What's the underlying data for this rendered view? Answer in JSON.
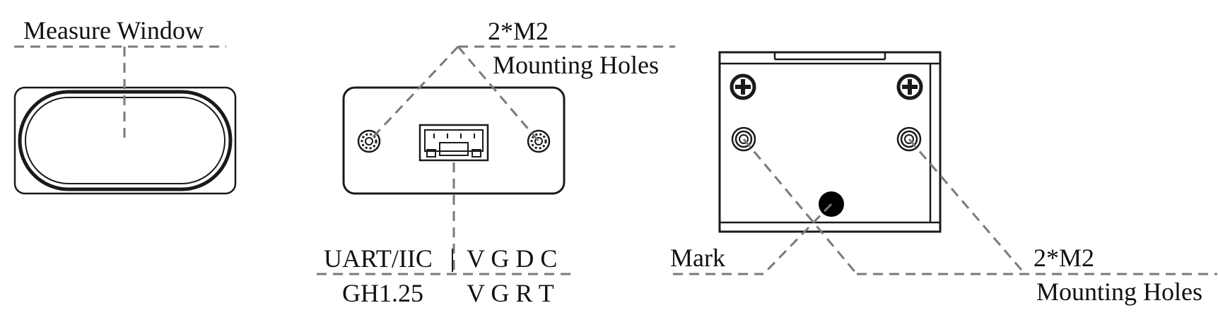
{
  "labels": {
    "measure_window": "Measure Window",
    "mounting_qty_top": "2*M2",
    "mounting_holes_top": "Mounting Holes",
    "connector_interface": "UART/IIC",
    "connector_type": "GH1.25",
    "pins_row1": "V G D C",
    "pins_row2": "V G R T",
    "mark": "Mark",
    "mounting_qty_side": "2*M2",
    "mounting_holes_side": "Mounting Holes"
  },
  "colors": {
    "outline": "#1a1a1a",
    "leader_dashed": "#7a7a7a",
    "mark_dot": "#000000"
  }
}
